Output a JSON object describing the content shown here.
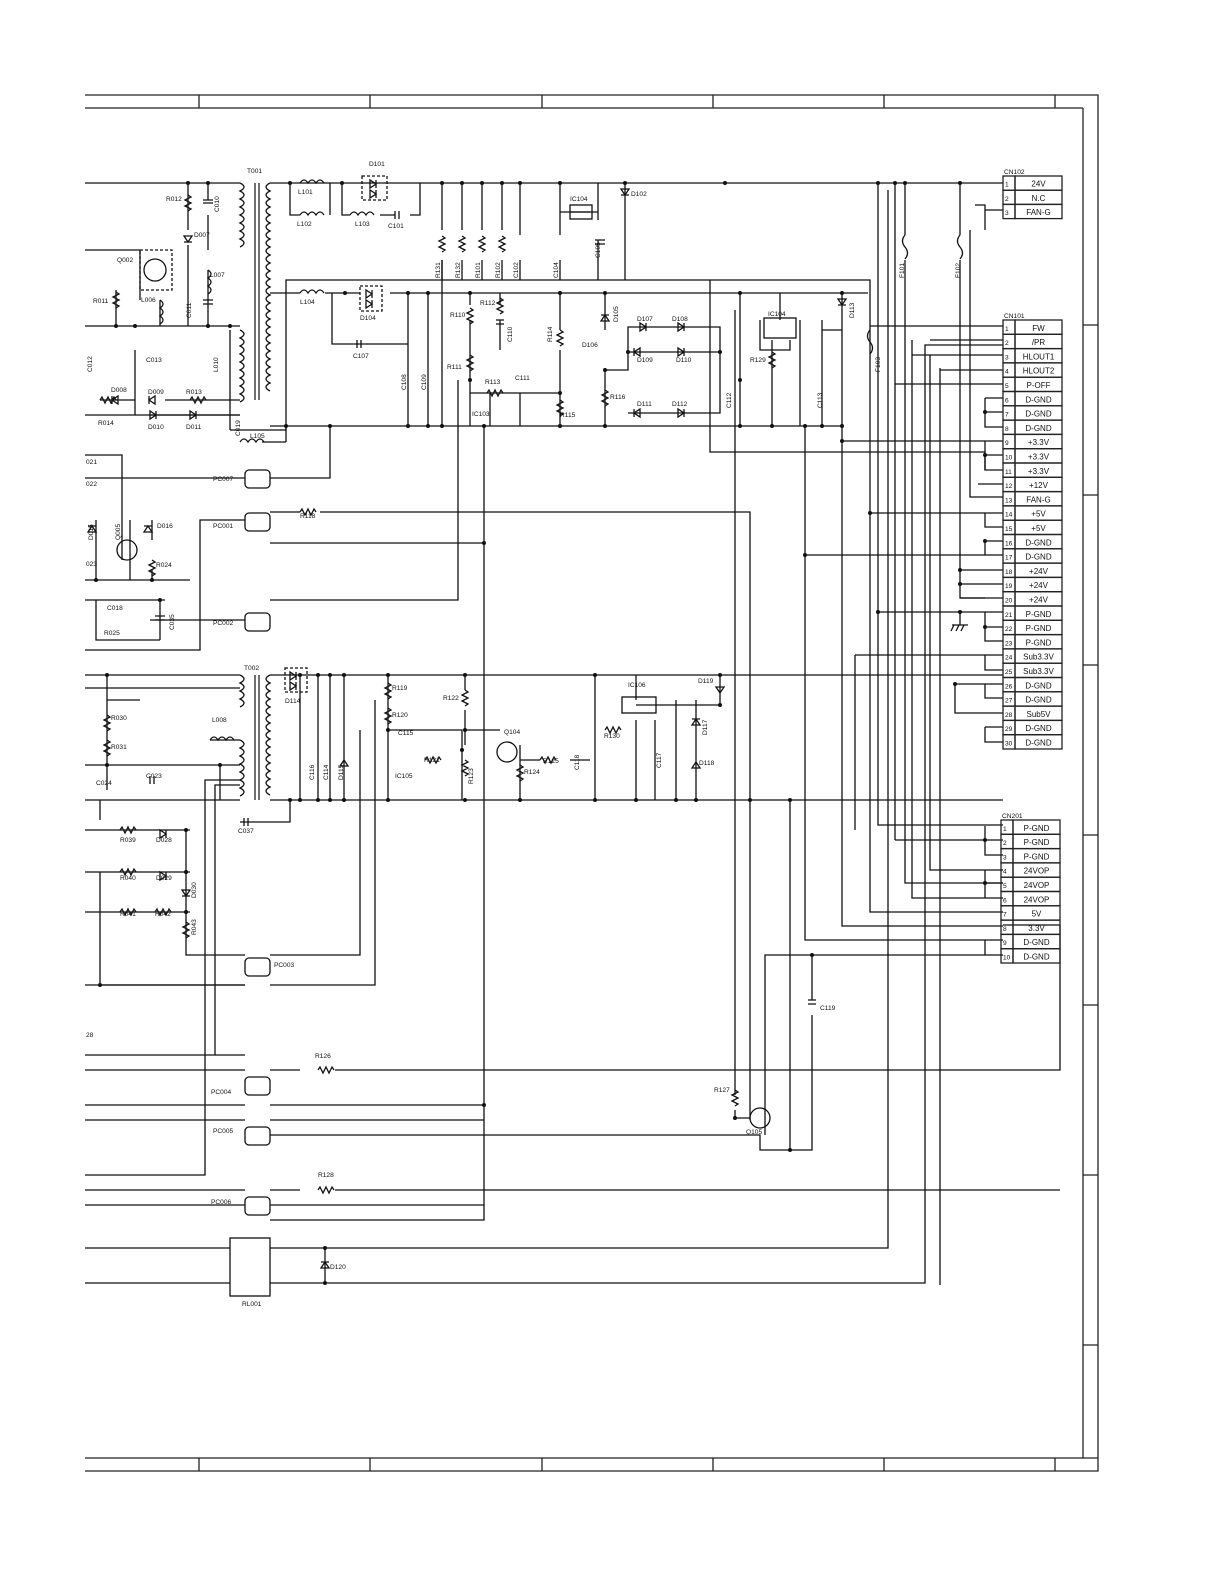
{
  "connectors": {
    "cn102": {
      "name": "CN102",
      "pins": [
        {
          "n": "1",
          "s": "24V"
        },
        {
          "n": "2",
          "s": "N.C"
        },
        {
          "n": "3",
          "s": "FAN-G"
        }
      ]
    },
    "cn101": {
      "name": "CN101",
      "pins": [
        {
          "n": "1",
          "s": "FW"
        },
        {
          "n": "2",
          "s": "/PR"
        },
        {
          "n": "3",
          "s": "HLOUT1"
        },
        {
          "n": "4",
          "s": "HLOUT2"
        },
        {
          "n": "5",
          "s": "P-OFF"
        },
        {
          "n": "6",
          "s": "D-GND"
        },
        {
          "n": "7",
          "s": "D-GND"
        },
        {
          "n": "8",
          "s": "D-GND"
        },
        {
          "n": "9",
          "s": "+3.3V"
        },
        {
          "n": "10",
          "s": "+3.3V"
        },
        {
          "n": "11",
          "s": "+3.3V"
        },
        {
          "n": "12",
          "s": "+12V"
        },
        {
          "n": "13",
          "s": "FAN-G"
        },
        {
          "n": "14",
          "s": "+5V"
        },
        {
          "n": "15",
          "s": "+5V"
        },
        {
          "n": "16",
          "s": "D-GND"
        },
        {
          "n": "17",
          "s": "D-GND"
        },
        {
          "n": "18",
          "s": "+24V"
        },
        {
          "n": "19",
          "s": "+24V"
        },
        {
          "n": "20",
          "s": "+24V"
        },
        {
          "n": "21",
          "s": "P-GND"
        },
        {
          "n": "22",
          "s": "P-GND"
        },
        {
          "n": "23",
          "s": "P-GND"
        },
        {
          "n": "24",
          "s": "Sub3.3V"
        },
        {
          "n": "25",
          "s": "Sub3.3V"
        },
        {
          "n": "26",
          "s": "D-GND"
        },
        {
          "n": "27",
          "s": "D-GND"
        },
        {
          "n": "28",
          "s": "Sub5V"
        },
        {
          "n": "29",
          "s": "D-GND"
        },
        {
          "n": "30",
          "s": "D-GND"
        }
      ]
    },
    "cn201": {
      "name": "CN201",
      "pins": [
        {
          "n": "1",
          "s": "P-GND"
        },
        {
          "n": "2",
          "s": "P-GND"
        },
        {
          "n": "3",
          "s": "P-GND"
        },
        {
          "n": "4",
          "s": "24VOP"
        },
        {
          "n": "5",
          "s": "24VOP"
        },
        {
          "n": "6",
          "s": "24VOP"
        },
        {
          "n": "7",
          "s": "5V"
        },
        {
          "n": "8",
          "s": "3.3V"
        },
        {
          "n": "9",
          "s": "D-GND"
        },
        {
          "n": "10",
          "s": "D-GND"
        }
      ]
    }
  },
  "labels": [
    "T001",
    "D101",
    "D102",
    "L101",
    "L102",
    "L103",
    "C101",
    "IC104",
    "C105",
    "R131",
    "R132",
    "R101",
    "R102",
    "C102",
    "C104",
    "R012",
    "C010",
    "D007",
    "Q002",
    "L007",
    "R011",
    "L006",
    "C011",
    "L104",
    "D104",
    "C107",
    "R112",
    "R110",
    "C110",
    "R114",
    "D105",
    "D107",
    "D108",
    "D106",
    "D109",
    "D110",
    "IC104",
    "R129",
    "D113",
    "F103",
    "C012",
    "C013",
    "L010",
    "D008",
    "D009",
    "R013",
    "R014",
    "D010",
    "D011",
    "C019",
    "L105",
    "C108",
    "C109",
    "R111",
    "R113",
    "C111",
    "IC103",
    "R115",
    "R116",
    "D111",
    "D112",
    "C112",
    "C113",
    "F101",
    "F102",
    "PC007",
    "PC001",
    "R118",
    "D015",
    "Q005",
    "D016",
    "R024",
    "C018",
    "R025",
    "C035",
    "PC002",
    "T002",
    "D114",
    "R119",
    "R120",
    "R122",
    "IC106",
    "D119",
    "L008",
    "R030",
    "R031",
    "C116",
    "C114",
    "D115",
    "C115",
    "R121",
    "IC105",
    "R123",
    "Q104",
    "R125",
    "R124",
    "C118",
    "R130",
    "C117",
    "D117",
    "D118",
    "C024",
    "C023",
    "C037",
    "R039",
    "D028",
    "R040",
    "D029",
    "D030",
    "R041",
    "R042",
    "R043",
    "PC003",
    "R126",
    "PC004",
    "R127",
    "Q105",
    "C119",
    "PC005",
    "R128",
    "PC006",
    "D120",
    "RL001",
    "021",
    "022",
    "023",
    "28"
  ]
}
